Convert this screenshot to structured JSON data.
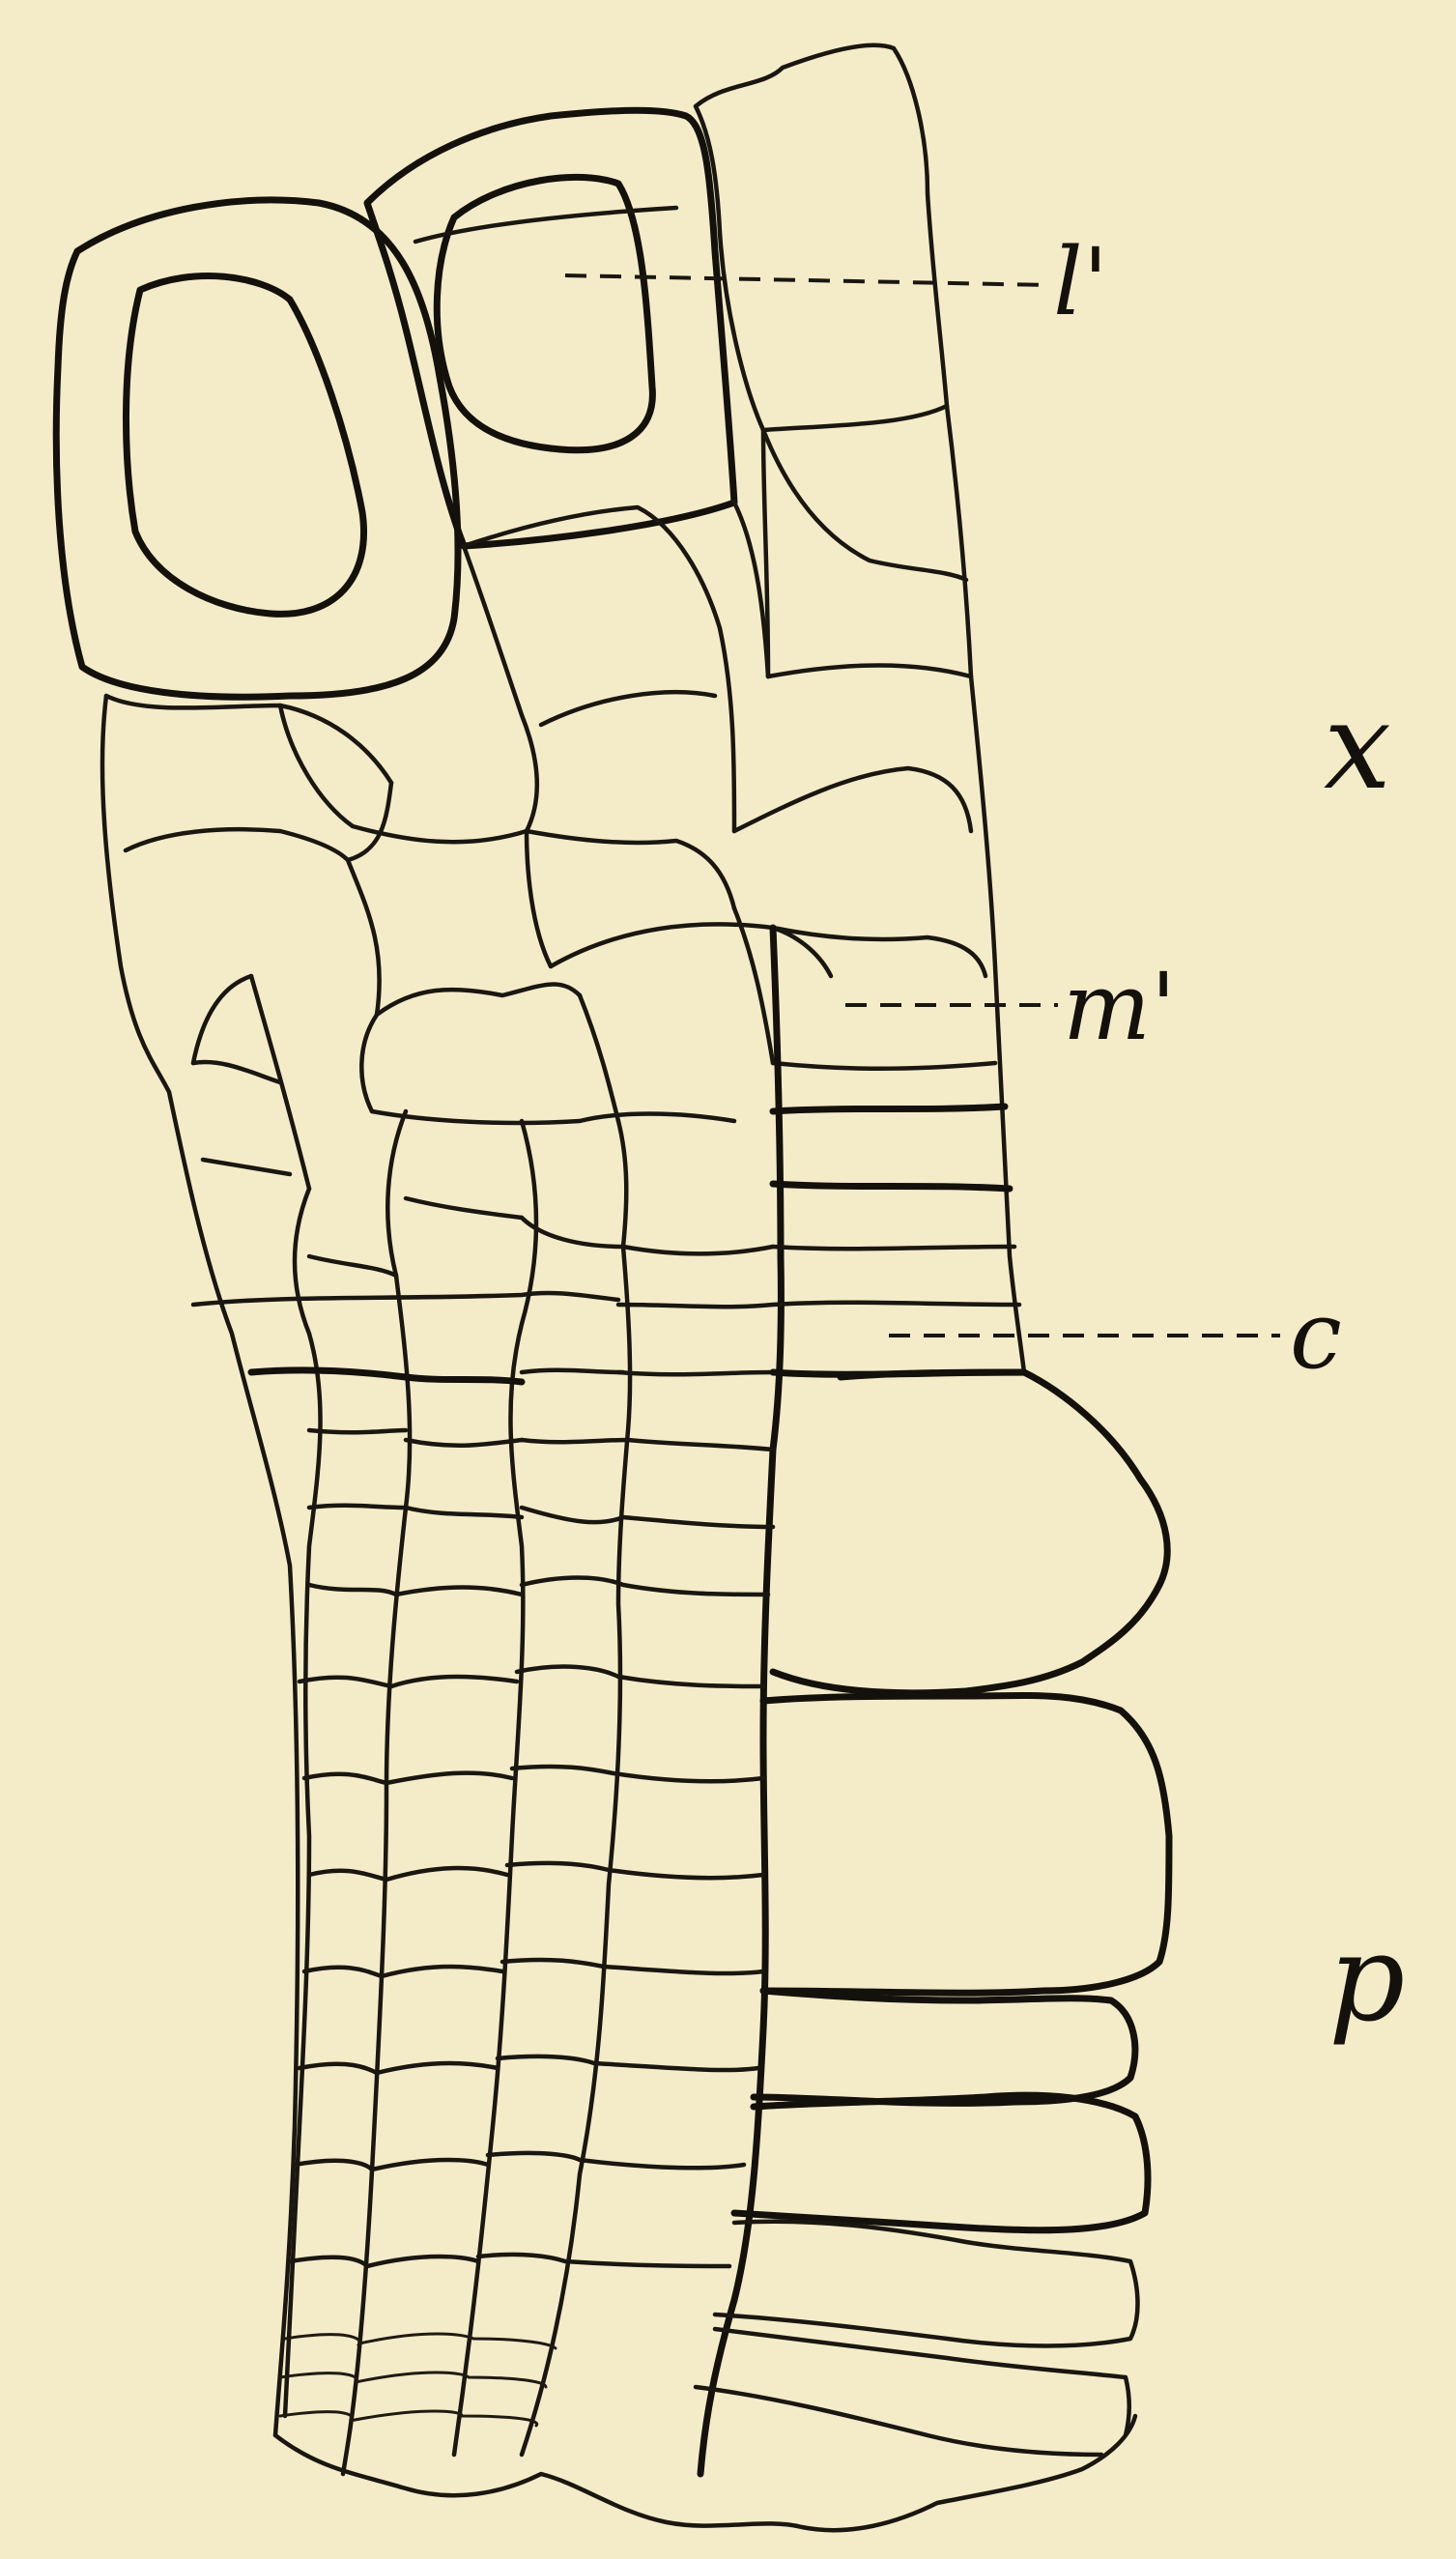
{
  "labels": {
    "l_prime": "l'",
    "x": "x",
    "m_prime": "m'",
    "c": "c",
    "p": "p"
  },
  "colors": {
    "background": "#f4ecc9",
    "ink": "#1a1610"
  }
}
